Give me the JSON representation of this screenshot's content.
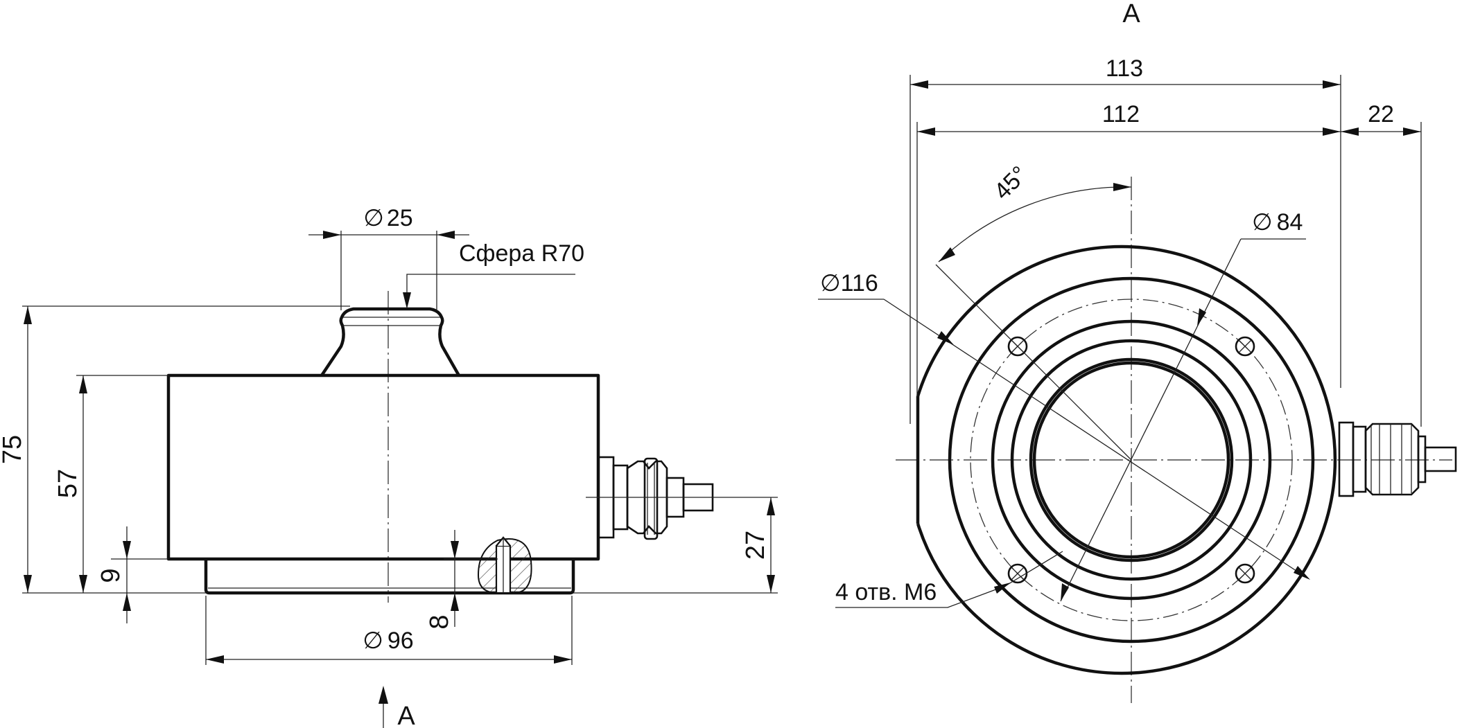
{
  "side_view": {
    "dims": {
      "height_total": "75",
      "body_height": "57",
      "base_step": "9",
      "cable_height": "27",
      "pin_depth": "8",
      "base_diameter": "96",
      "button_diameter": "25"
    },
    "diameter_symbol": "∅",
    "sphere_note": "Сфера R70",
    "section_marker": "А"
  },
  "end_view": {
    "view_label": "А",
    "dims": {
      "width_outer": "113",
      "width_inner": "112",
      "connector_length": "22",
      "angle": "45°",
      "outer_diameter": "116",
      "bolt_circle_diameter": "84"
    },
    "diameter_symbol": "∅",
    "holes_note": "4 отв. М6"
  }
}
